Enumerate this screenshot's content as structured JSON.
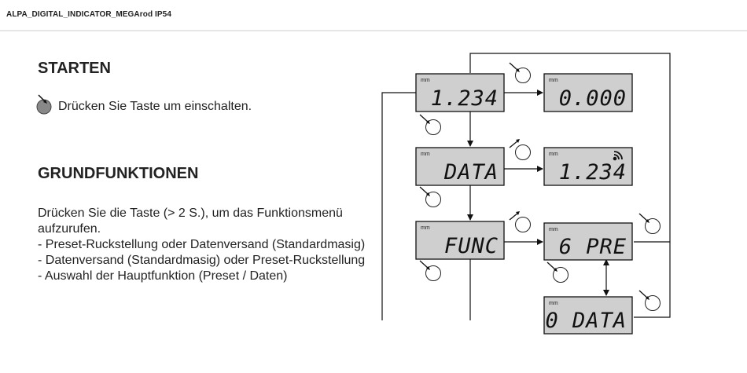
{
  "header": {
    "title": "ALPA_DIGITAL_INDICATOR_MEGArod IP54"
  },
  "starten": {
    "title": "STARTEN",
    "instruction": "Drücken Sie Taste um einschalten."
  },
  "grundfunktionen": {
    "title": "GRUNDFUNKTIONEN",
    "intro": "Drücken Sie die Taste (> 2 S.), um das Funktionsmenü aufzurufen.",
    "items": [
      "- Preset-Ruckstellung oder Datenversand (Standardmasig)",
      "- Datenversand (Standardmasig) oder Preset-Ruckstellung",
      "- Auswahl der Hauptfunktion (Preset / Daten)"
    ]
  },
  "diagram": {
    "unit": "mm",
    "displays": {
      "main_value": "1.234",
      "zero_value": "0.000",
      "data": "DATA",
      "sent_value": "1.234",
      "func": "FUNC",
      "pre": "6 PRE",
      "odata": "0 DATA"
    }
  }
}
